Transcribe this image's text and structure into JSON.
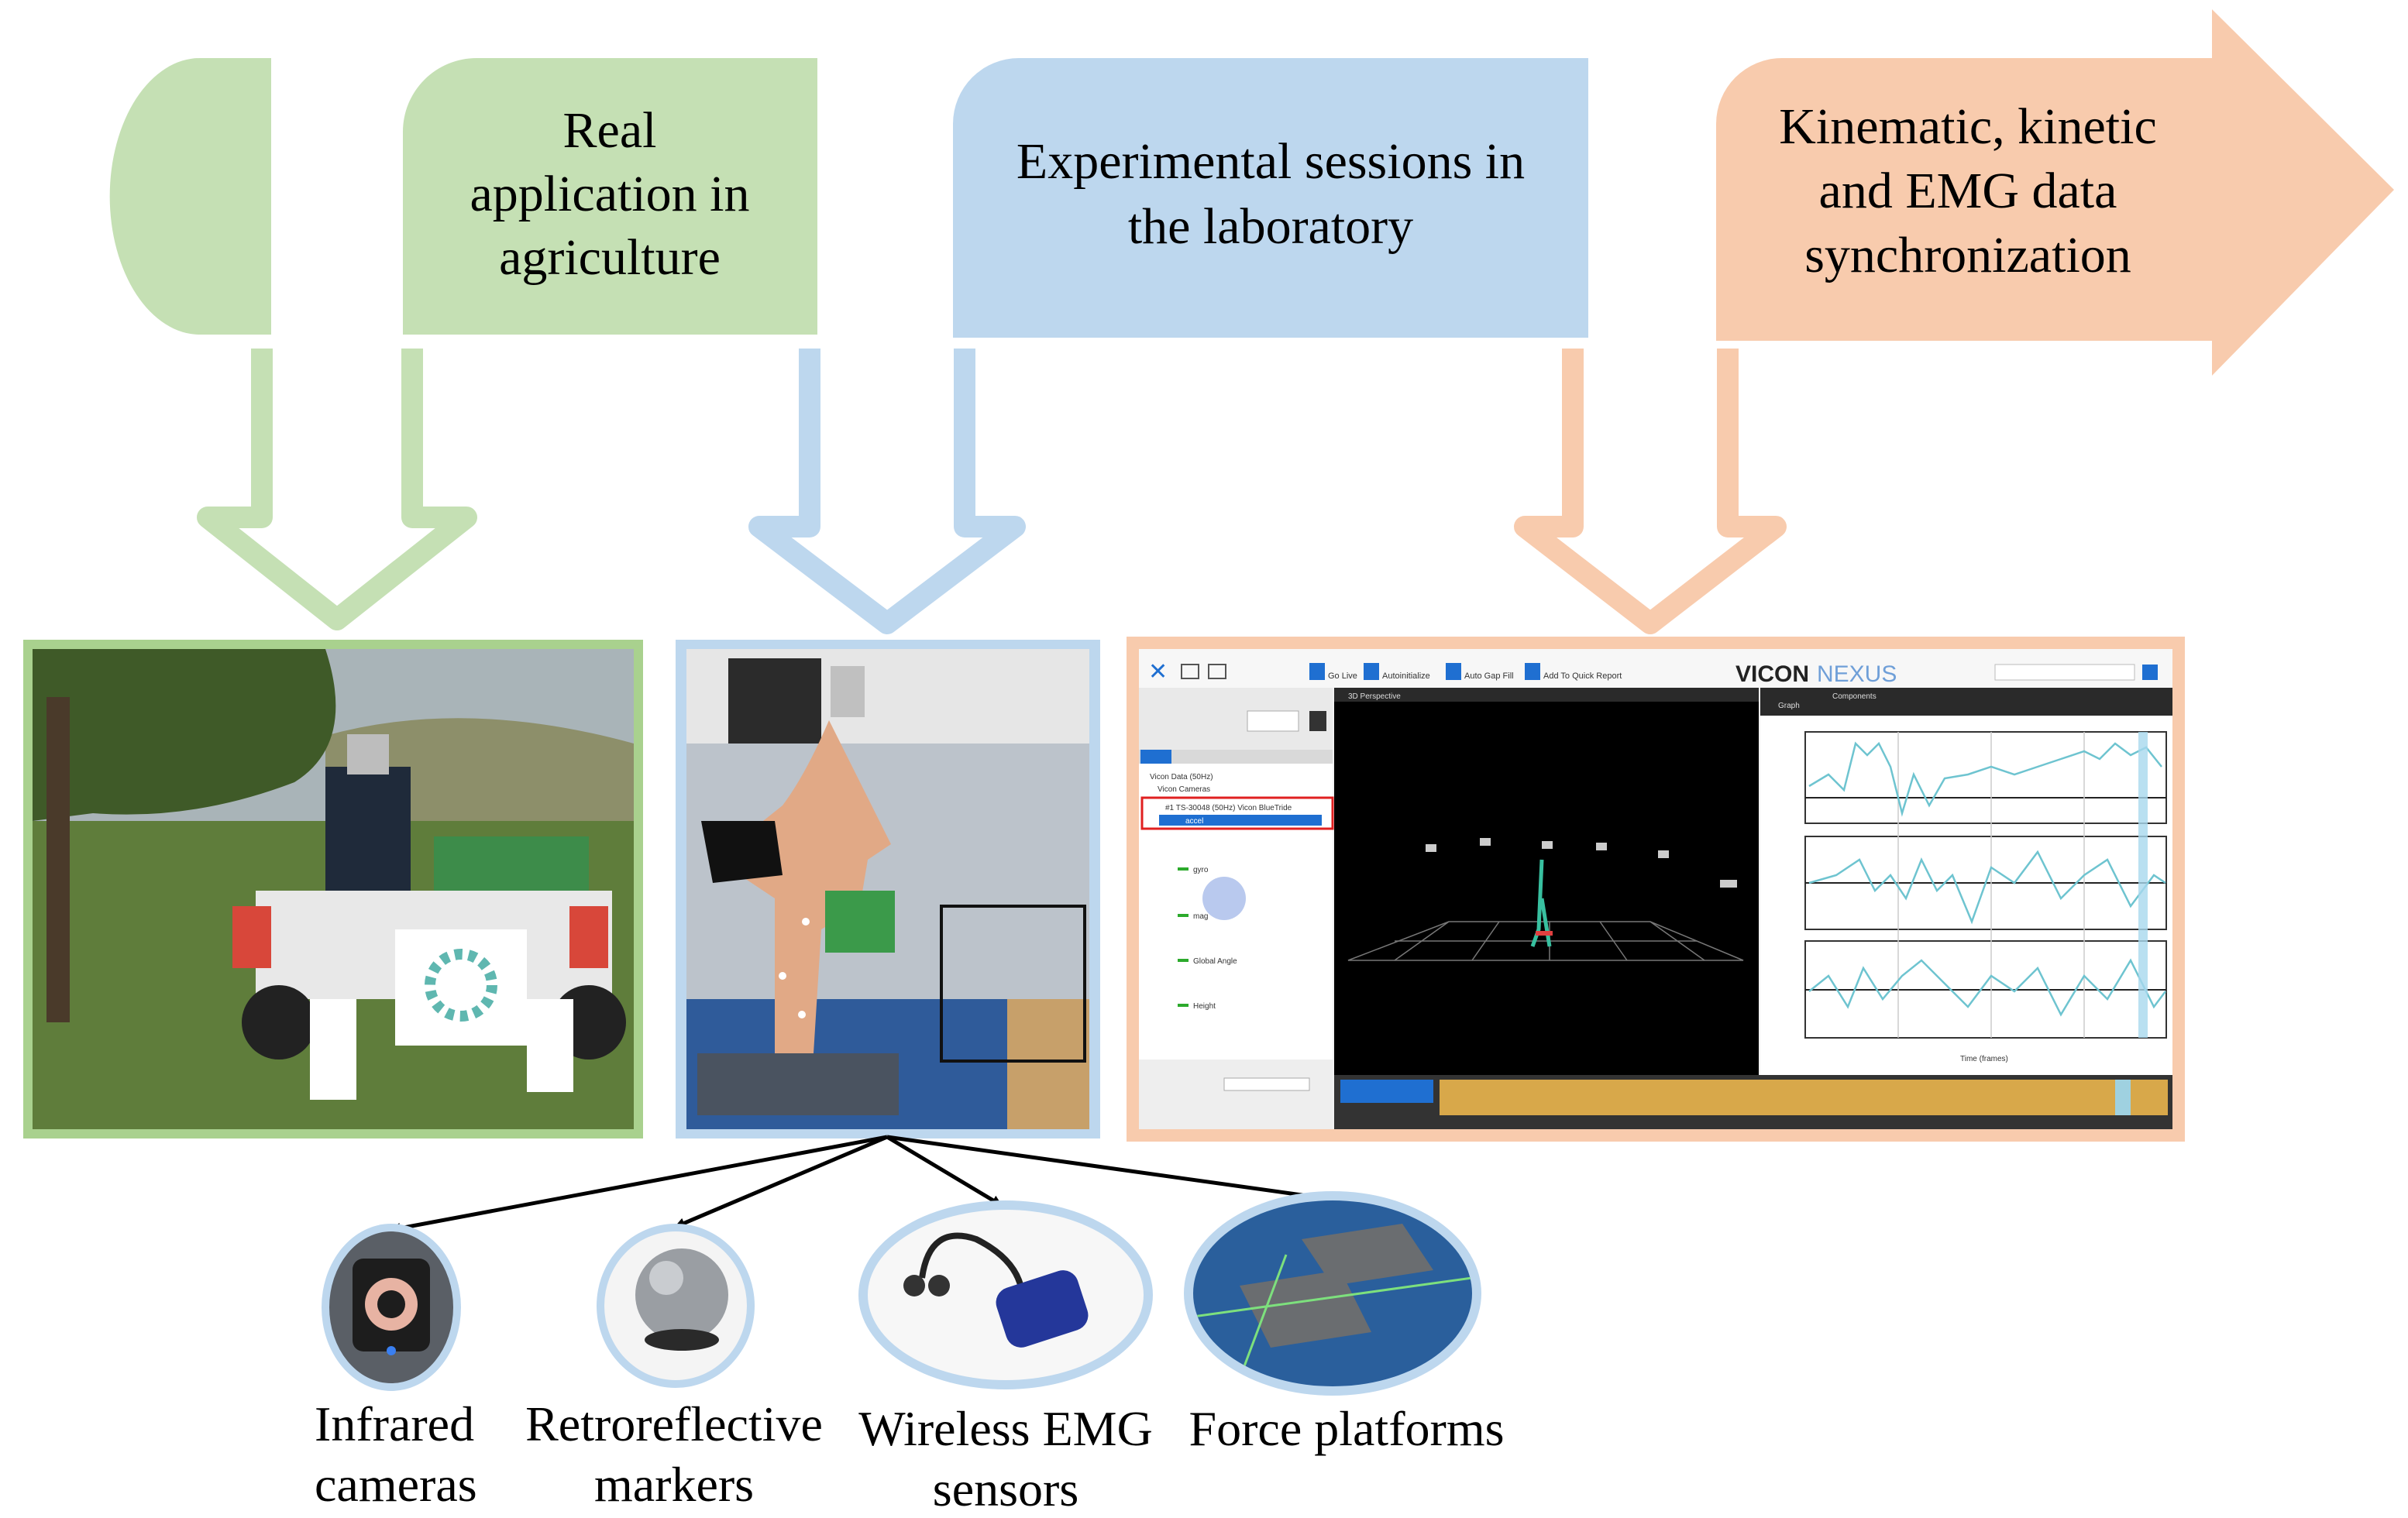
{
  "stages": [
    {
      "lines": [
        "Real",
        "application in",
        "agriculture"
      ]
    },
    {
      "lines": [
        "Experimental sessions in",
        "the laboratory"
      ]
    },
    {
      "lines": [
        "Kinematic, kinetic",
        "and EMG data",
        "synchronization"
      ]
    }
  ],
  "equipment": [
    {
      "lines": [
        "Infrared",
        "cameras"
      ]
    },
    {
      "lines": [
        "Retroreflective",
        "markers"
      ]
    },
    {
      "lines": [
        "Wireless EMG",
        "sensors"
      ]
    },
    {
      "lines": [
        "Force platforms"
      ]
    }
  ],
  "software": {
    "brand_strong": "VICON",
    "brand_light": "NEXUS",
    "toolbar": [
      "Go Live",
      "Autoinitialize",
      "Auto Gap Fill",
      "Add To Quick Report"
    ],
    "tabs": [
      "3D Perspective",
      "Graph",
      "Components"
    ],
    "tree": [
      "Vicon Data (50Hz)",
      "Vicon Cameras",
      "#1 TS-30048 (50Hz) Vicon BlueTride",
      "accel",
      "gyro",
      "mag",
      "Global Angle",
      "Height"
    ],
    "axis_label": "Time (frames)"
  },
  "colors": {
    "green": "#c5e0b4",
    "green_dark": "#a9d18e",
    "blue": "#bdd7ee",
    "orange": "#f8cbad"
  }
}
